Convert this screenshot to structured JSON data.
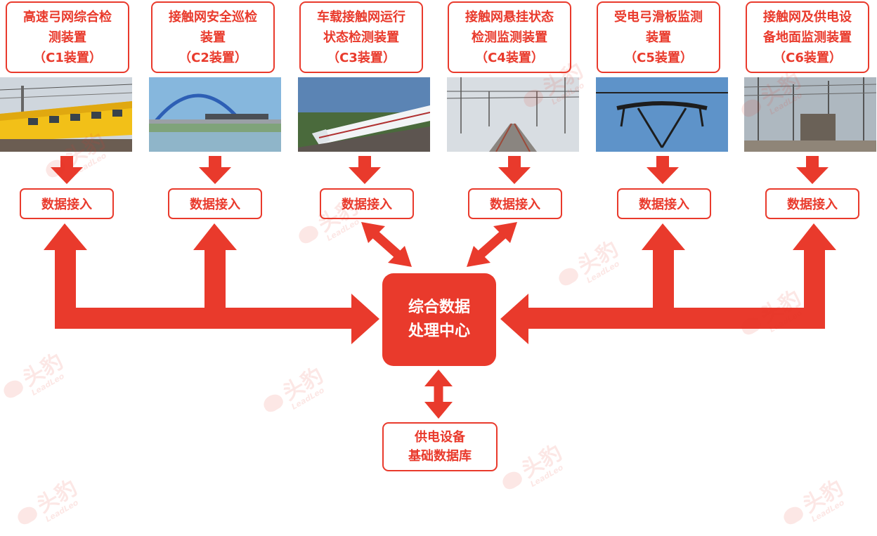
{
  "devices": [
    {
      "lines": [
        "高速弓网综合检",
        "测装置",
        "（C1装置）"
      ],
      "photo": "inspection-train-photo"
    },
    {
      "lines": [
        "接触网安全巡检",
        "装置",
        "（C2装置）"
      ],
      "photo": "railway-bridge-photo"
    },
    {
      "lines": [
        "车载接触网运行",
        "状态检测装置",
        "（C3装置）"
      ],
      "photo": "high-speed-train-photo"
    },
    {
      "lines": [
        "接触网悬挂状态",
        "检测监测装置",
        "（C4装置）"
      ],
      "photo": "catenary-track-photo"
    },
    {
      "lines": [
        "受电弓滑板监测",
        "装置",
        "（C5装置）"
      ],
      "photo": "pantograph-photo"
    },
    {
      "lines": [
        "接触网及供电设",
        "备地面监测装置",
        "（C6装置）"
      ],
      "photo": "substation-photo"
    }
  ],
  "data_access_label": "数据接入",
  "center": {
    "line1": "综合数据",
    "line2": "处理中心"
  },
  "database": {
    "line1": "供电设备",
    "line2": "基础数据库"
  },
  "watermark": {
    "brand": "头豹",
    "sub": "LeadLeo"
  },
  "colors": {
    "accent": "#e93a2c",
    "background": "#ffffff"
  }
}
